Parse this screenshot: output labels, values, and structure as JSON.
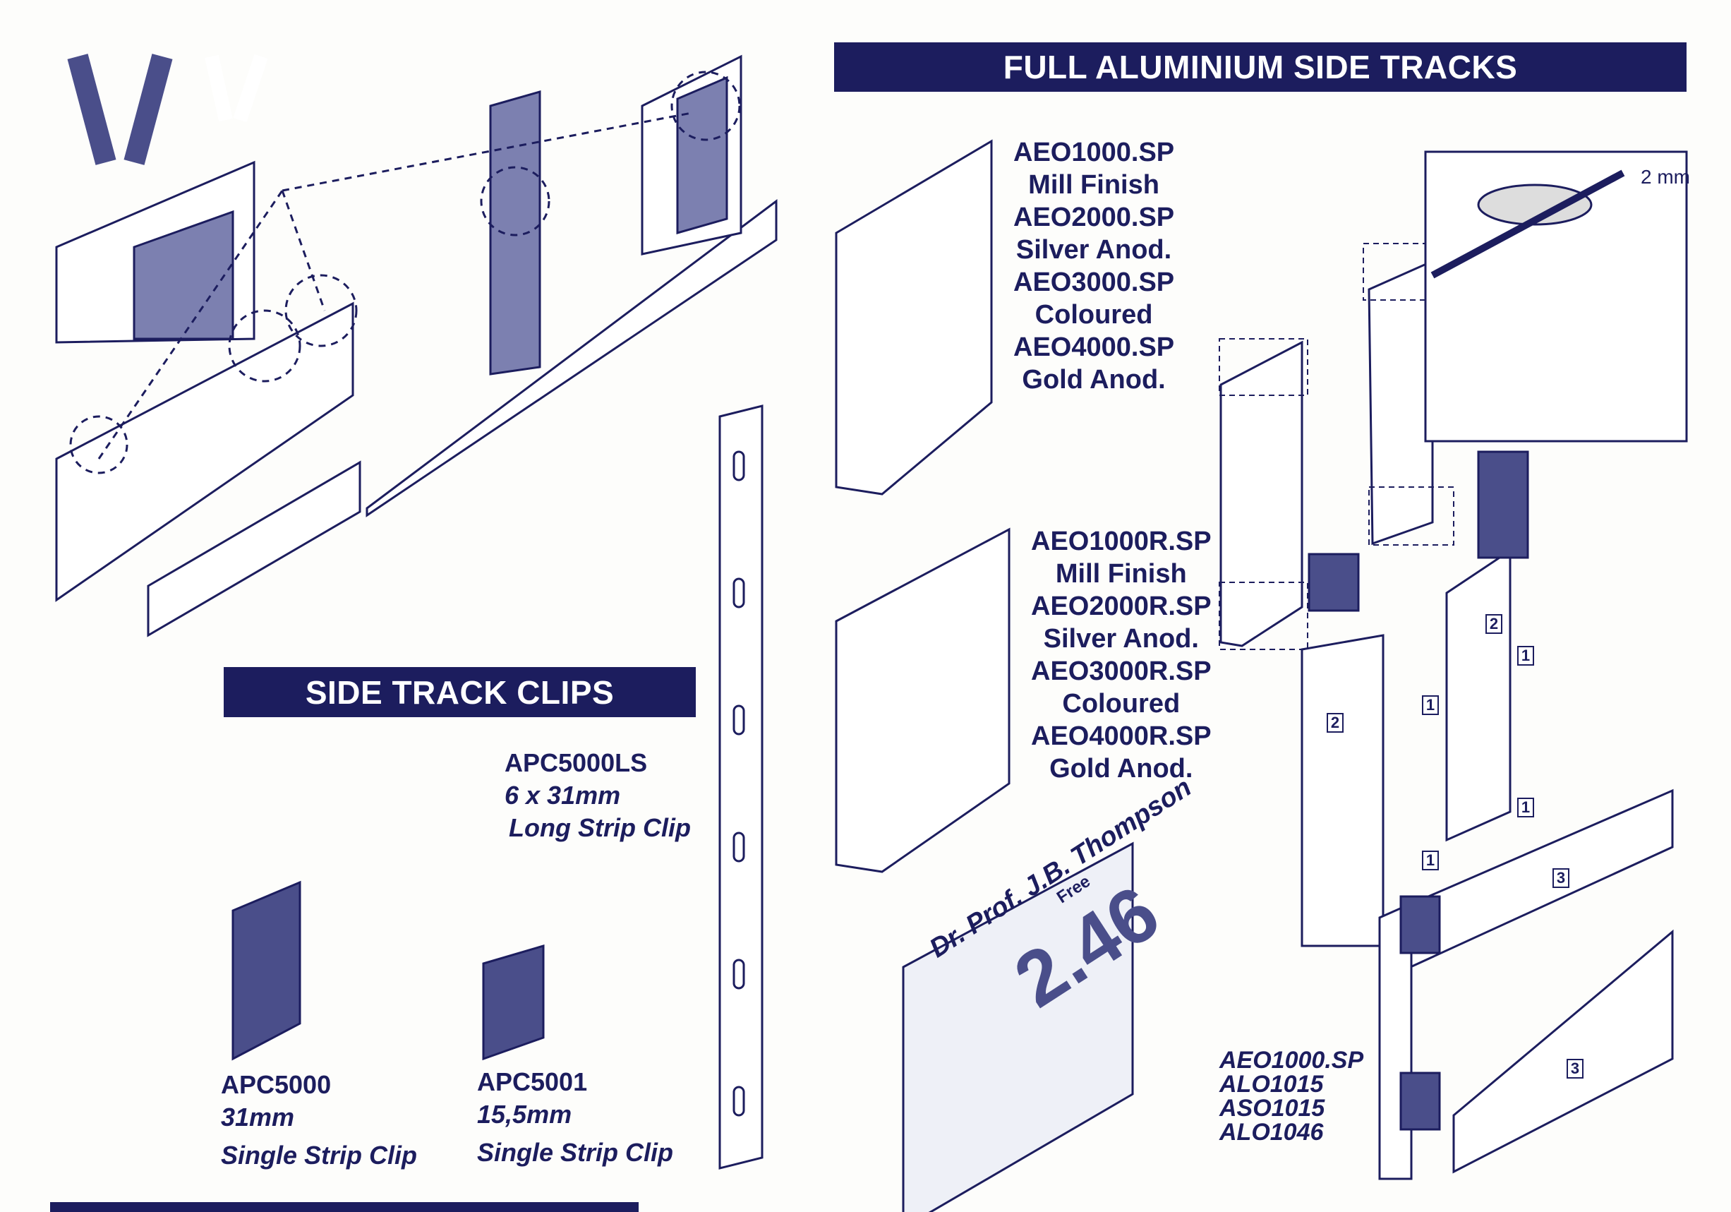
{
  "headers": {
    "full_tracks": "FULL ALUMINIUM SIDE TRACKS",
    "clips": "SIDE TRACK CLIPS"
  },
  "tracks_straight": [
    "AEO1000.SP",
    "Mill Finish",
    "AEO2000.SP",
    "Silver Anod.",
    "AEO3000.SP",
    "Coloured",
    "AEO4000.SP",
    "Gold Anod."
  ],
  "tracks_rounded": [
    "AEO1000R.SP",
    "Mill Finish",
    "AEO2000R.SP",
    "Silver Anod.",
    "AEO3000R.SP",
    "Coloured",
    "AEO4000R.SP",
    "Gold Anod."
  ],
  "clips": {
    "long": {
      "code": "APC5000LS",
      "size": "6 x 31mm",
      "name": "Long Strip Clip"
    },
    "single_31": {
      "code": "APC5000",
      "size": "31mm",
      "name": "Single Strip Clip"
    },
    "single_15": {
      "code": "APC5001",
      "size": "15,5mm",
      "name": "Single Strip Clip"
    }
  },
  "assembly_parts": [
    "AEO1000.SP",
    "ALO1015",
    "ASO1015",
    "ALO1046"
  ],
  "saw_detail": {
    "thickness": "2 mm"
  },
  "step_labels": [
    "1",
    "2",
    "3"
  ],
  "sign": {
    "name": "Dr. Prof. J.B. Thompson",
    "status": "Free",
    "room": "2.46"
  },
  "colors": {
    "navy": "#1c1d5e",
    "paper": "#fdfdfb"
  }
}
